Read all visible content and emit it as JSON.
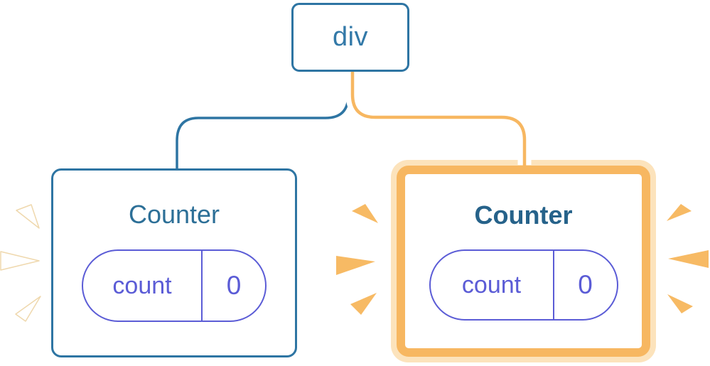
{
  "diagram": {
    "description": "component tree: div root with two Counter children, right one highlighted",
    "background": "#ffffff",
    "root_node": {
      "label": "div"
    },
    "left_counter": {
      "title": "Counter",
      "highlighted": false,
      "state": {
        "key": "count",
        "value": "0"
      }
    },
    "right_counter": {
      "title": "Counter",
      "highlighted": true,
      "state": {
        "key": "count",
        "value": "0"
      }
    },
    "colors": {
      "node_blue": "#2e75a3",
      "root_label_blue": "#3379a8",
      "title_blue": "#2c6f97",
      "title_blue_bold": "#26628a",
      "state_purple": "#5b5cd6",
      "highlight_orange": "#f7b761",
      "highlight_peach": "#fce3bc",
      "sparkle_orange": "#f7ba64",
      "sparkle_white": "#ffffff"
    }
  }
}
